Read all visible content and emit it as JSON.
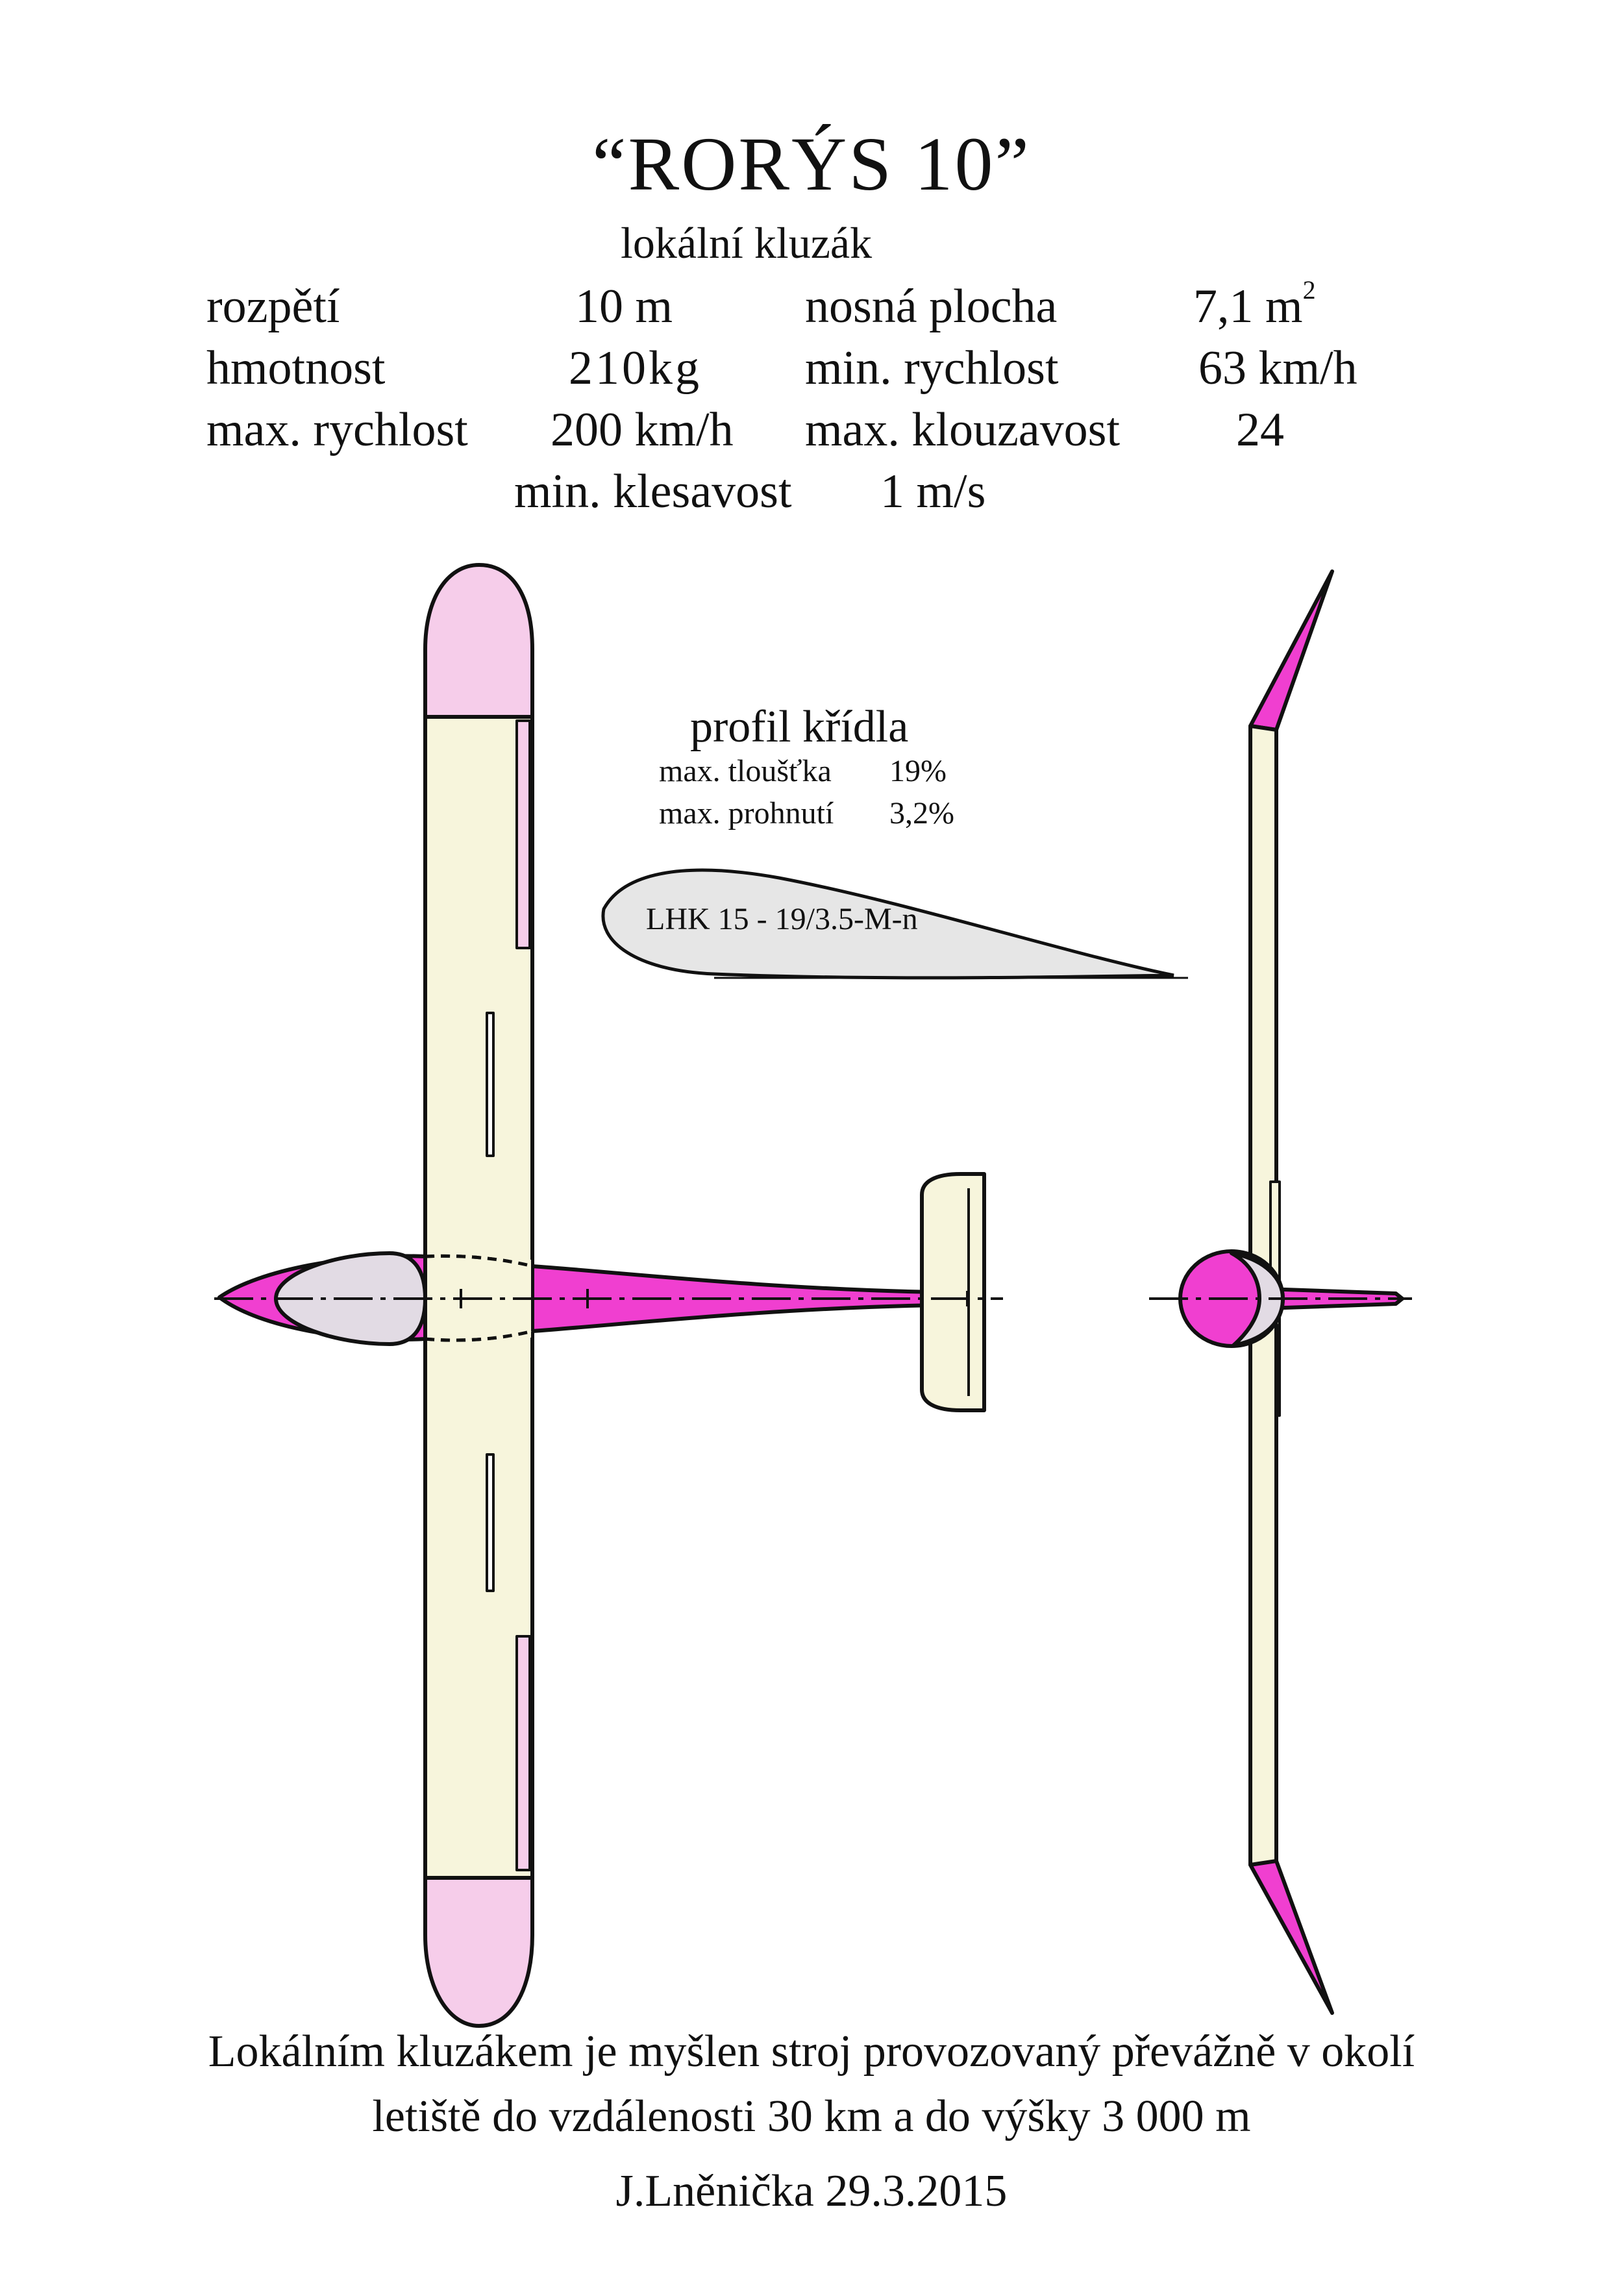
{
  "title": "“RORÝS 10”",
  "subtitle": "lokální  kluzák",
  "specs": {
    "span_label": "rozpětí",
    "span_value": "10 m",
    "area_label": "nosná plocha",
    "area_value": "7,1 m",
    "area_unit_sup": "2",
    "mass_label": "hmotnost",
    "mass_value": "210kg",
    "minspeed_label": "min. rychlost",
    "minspeed_value": "63 km/h",
    "maxspeed_label": "max. rychlost",
    "maxspeed_value": "200 km/h",
    "glide_label": "max. klouzavost",
    "glide_value": "24",
    "sink_label": "min. klesavost",
    "sink_value": "1 m/s"
  },
  "profile": {
    "title": "profil křídla",
    "thickness_label": "max. tloušťka",
    "thickness_value": "19%",
    "camber_label": "max. prohnutí",
    "camber_value": "3,2%",
    "airfoil_name": "LHK 15 - 19/3.5-M-n"
  },
  "footer": {
    "line1": "Lokálním kluzákem je myšlen stroj provozovaný převážně v okolí",
    "line2": "letiště do vzdálenosti  30 km a do výšky 3 000 m",
    "author_date": "J.Lněnička  29.3.2015"
  },
  "colors": {
    "wing_fill": "#f7f5dc",
    "tip_fill": "#f6cdea",
    "fuselage_fill": "#f03fd0",
    "canopy_fill": "#e2dbe4",
    "airfoil_fill": "#e6e6e6",
    "outline": "#111111"
  }
}
